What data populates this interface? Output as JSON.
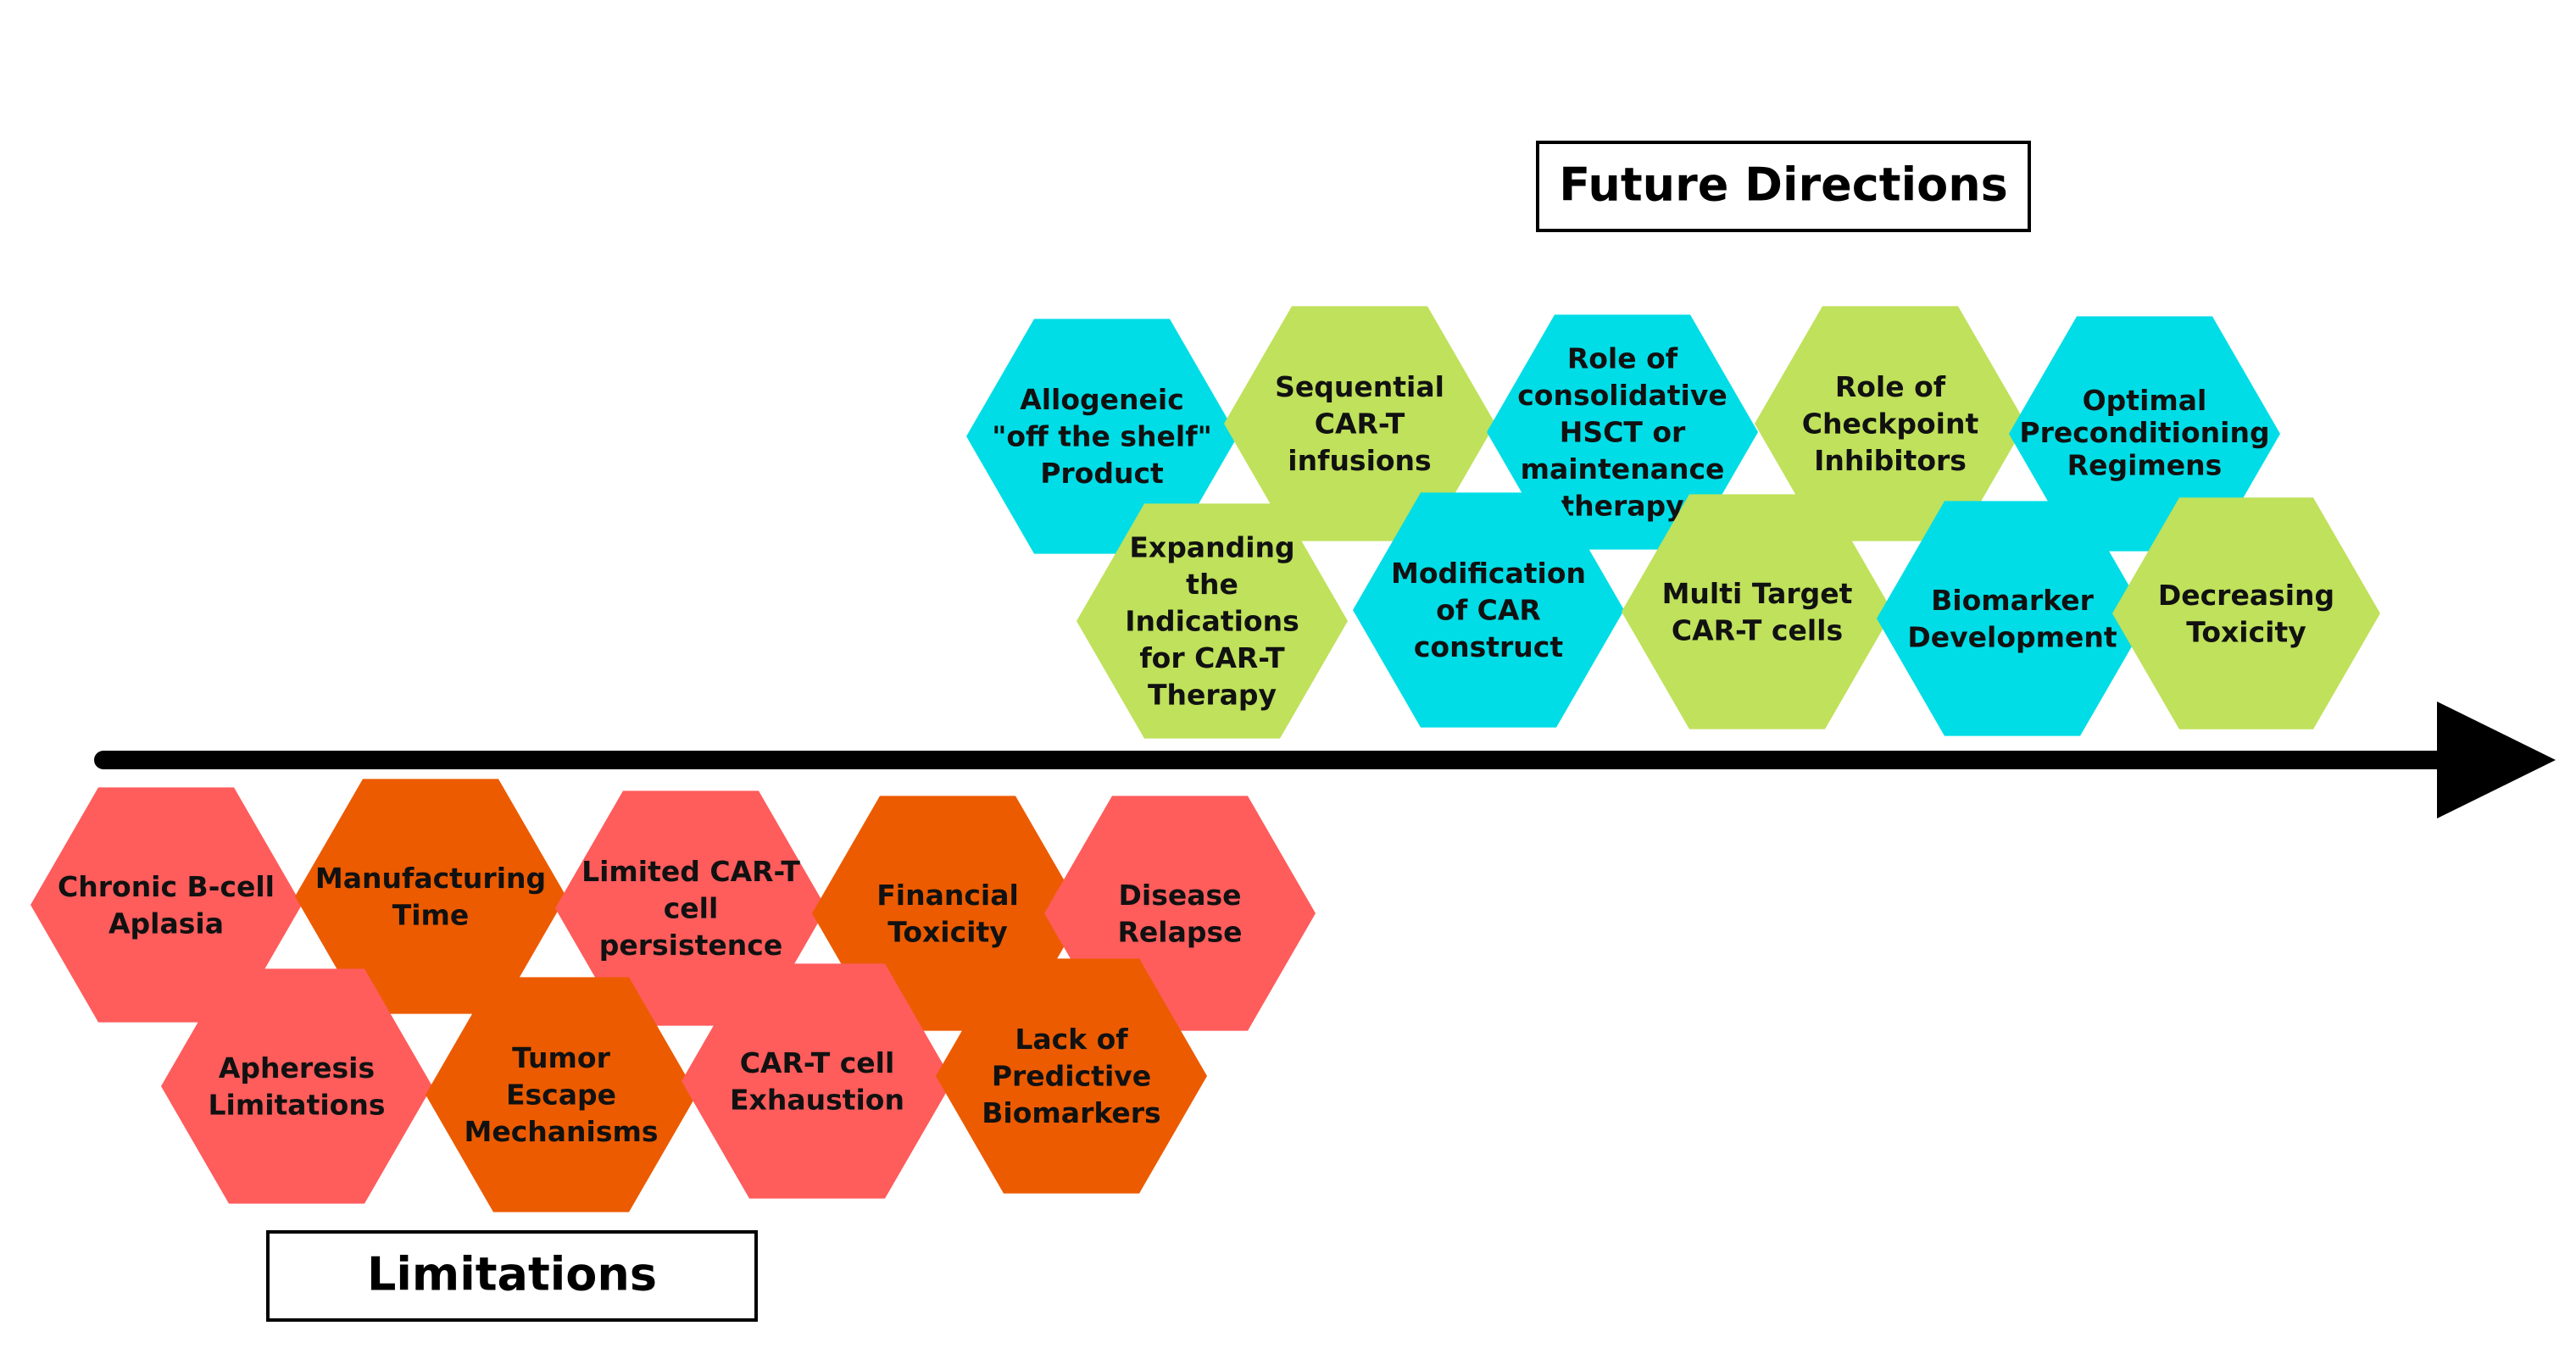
{
  "titles": {
    "future": "Future Directions",
    "limitations": "Limitations"
  },
  "colors": {
    "cyan": "#00DDE6",
    "lime": "#BFE15B",
    "salmon": "#FF5C5C",
    "orange": "#EC5B00",
    "timeline": "#000000"
  },
  "future_directions": [
    {
      "lines": [
        "Allogeneic",
        "\"off the shelf\"",
        "Product"
      ],
      "color": "cyan"
    },
    {
      "lines": [
        "Sequential",
        "CAR-T",
        "infusions"
      ],
      "color": "lime"
    },
    {
      "lines": [
        "Role of",
        "consolidative",
        "HSCT or",
        "maintenance",
        "therapy"
      ],
      "color": "cyan"
    },
    {
      "lines": [
        "Role of",
        "Checkpoint",
        "Inhibitors"
      ],
      "color": "lime"
    },
    {
      "lines": [
        "Optimal",
        "Preconditioning",
        "Regimens"
      ],
      "color": "cyan"
    },
    {
      "lines": [
        "Expanding",
        "the",
        "Indications",
        "for CAR-T",
        "Therapy"
      ],
      "color": "lime"
    },
    {
      "lines": [
        "Modification",
        "of CAR",
        "construct"
      ],
      "color": "cyan"
    },
    {
      "lines": [
        "Multi Target",
        "CAR-T cells"
      ],
      "color": "lime"
    },
    {
      "lines": [
        "Biomarker",
        "Development"
      ],
      "color": "cyan"
    },
    {
      "lines": [
        "Decreasing",
        "Toxicity"
      ],
      "color": "lime"
    }
  ],
  "limitations": [
    {
      "lines": [
        "Chronic B-cell",
        "Aplasia"
      ],
      "color": "salmon"
    },
    {
      "lines": [
        "Manufacturing",
        "Time"
      ],
      "color": "orange"
    },
    {
      "lines": [
        "Limited CAR-T",
        "cell",
        "persistence"
      ],
      "color": "salmon"
    },
    {
      "lines": [
        "Financial",
        "Toxicity"
      ],
      "color": "orange"
    },
    {
      "lines": [
        "Disease",
        "Relapse"
      ],
      "color": "salmon"
    },
    {
      "lines": [
        "Apheresis",
        "Limitations"
      ],
      "color": "salmon"
    },
    {
      "lines": [
        "Tumor",
        "Escape",
        "Mechanisms"
      ],
      "color": "orange"
    },
    {
      "lines": [
        "CAR-T cell",
        "Exhaustion"
      ],
      "color": "salmon"
    },
    {
      "lines": [
        "Lack of",
        "Predictive",
        "Biomarkers"
      ],
      "color": "orange"
    }
  ]
}
